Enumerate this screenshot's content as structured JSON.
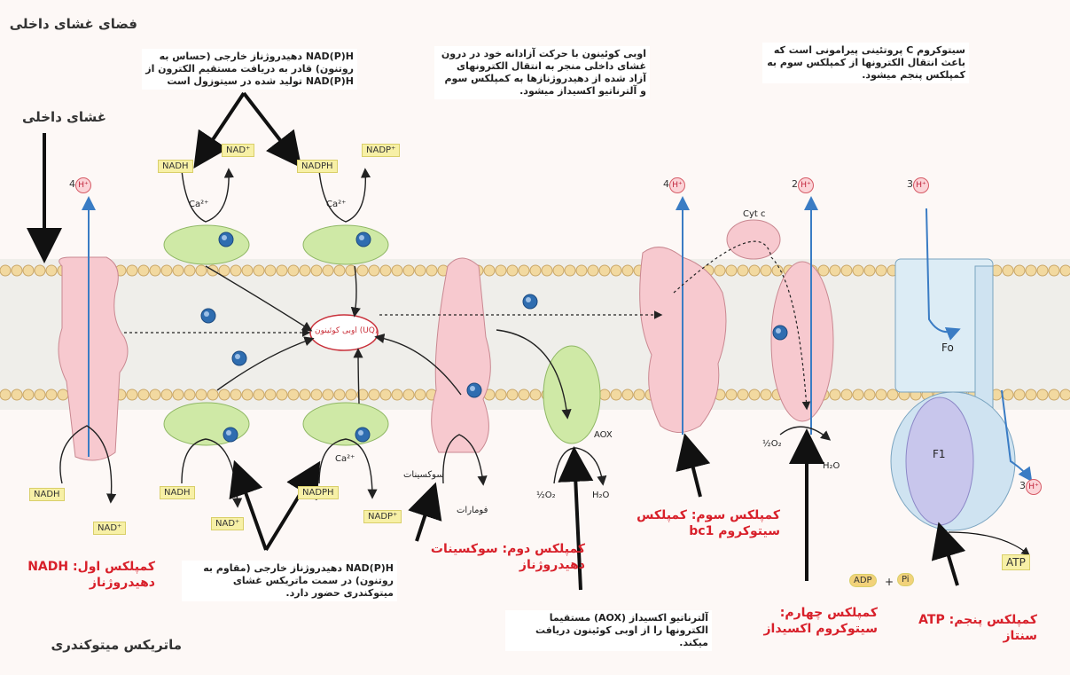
{
  "headers": {
    "intermembrane_space": "فضای غشای داخلی",
    "inner_membrane": "غشای داخلی",
    "matrix": "ماتریکس میتوکندری"
  },
  "notes": {
    "external_nadph_dehydrogenase_top": "NAD(P)H دهیدروژناز خارجی (حساس به روتنون) قادر به دریافت مستقیم الکترون از NAD(P)H تولید شده در سیتوزول است",
    "ubiquinone": "اوبی کوئینون با حرکت آزادانه خود در درون غشای داخلی منجر به انتقال الکترونهای آزاد شده از دهیدروژنازها به کمپلکس سوم و آلترناتیو اکسیداز میشود.",
    "cytochrome_c": "سیتوکروم C پروتئینی پیرامونی است که باعث انتقال الکترونها از کمپلکس سوم به کمپلکس پنجم میشود.",
    "internal_nadph_dehydrogenase_bottom": "NAD(P)H دهیدروژناز خارجی (مقاوم به روتنون) در سمت ماتریکس غشای میتوکندری حضور دارد.",
    "aox": "آلترناتیو اکسیداز (AOX) مستقیما الکترونها را از اوبی کوئینون دریافت میکند."
  },
  "complex_labels": {
    "complex1": "کمپلکس اول: NADH دهیدروژناز",
    "complex2": "کمپلکس دوم: سوکسینات دهیدروژناز",
    "complex3": "کمپلکس سوم: کمپلکس سیتوکروم bc1",
    "complex4": "کمپلکس چهارم: سیتوکروم اکسیداز",
    "complex5": "کمپلکس پنجم: ATP سنتاز"
  },
  "molecule_tags": {
    "nadh_top": "NADH",
    "nad_top": "NAD⁺",
    "nadph_top": "NADPH",
    "nadp_top": "NADP⁺",
    "nadh_c1": "NADH",
    "nad_c1": "NAD⁺",
    "nadh_bottom": "NADH",
    "nad_bottom": "NAD⁺",
    "nadph_bottom": "NADPH",
    "nadp_bottom": "NADP⁺",
    "atp": "ATP",
    "adp": "ADP",
    "pi": "Pi"
  },
  "small_labels": {
    "ca_top1": "Ca²⁺",
    "ca_top2": "Ca²⁺",
    "ca_bottom": "Ca²⁺",
    "uq": "اوبی کوئینون (UQ)",
    "succinate": "سوکسینات",
    "fumarate": "فومارات",
    "aox": "AOX",
    "o2_a": "½O₂",
    "h2o_a": "H₂O",
    "o2_b": "½O₂",
    "h2o_b": "H₂O",
    "cytc": "Cyt c",
    "fo": "Fo",
    "f1": "F1",
    "plus": "+"
  },
  "protons": {
    "c1": {
      "count": "4",
      "ion": "H⁺"
    },
    "c3": {
      "count": "4",
      "ion": "H⁺"
    },
    "c4": {
      "count": "2",
      "ion": "H⁺"
    },
    "c5_top": {
      "count": "3",
      "ion": "H⁺"
    },
    "c5_bottom": {
      "count": "3",
      "ion": "H⁺"
    }
  },
  "colors": {
    "complex_pink": "#f7c9cf",
    "dehydrogenase_green": "#cfe9a6",
    "electron_blue": "#2f6db0",
    "label_red": "#d8202a",
    "tag_yellow": "#f7f0a6",
    "membrane_bead": "#f2d9a0"
  }
}
